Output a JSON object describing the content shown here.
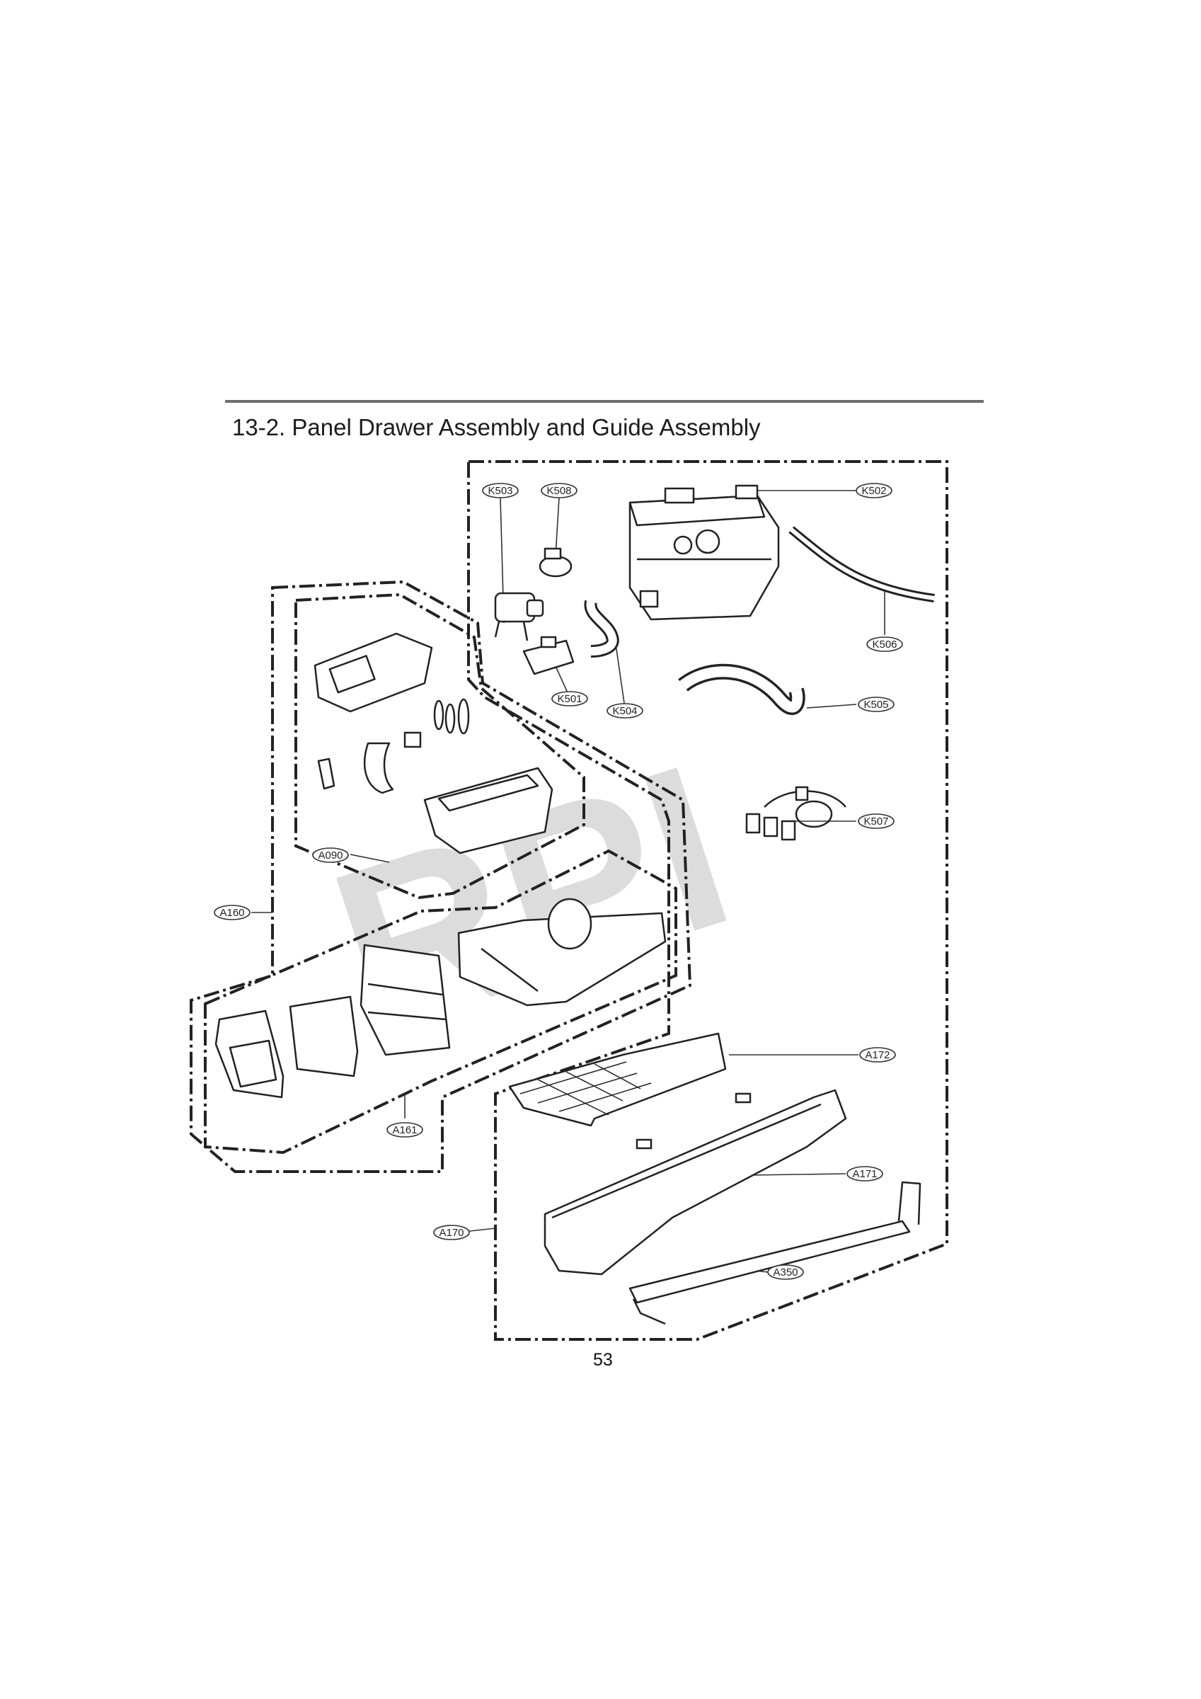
{
  "section": {
    "title": "13-2. Panel Drawer Assembly and Guide Assembly"
  },
  "watermark": "RPI",
  "callouts": {
    "k503": "K503",
    "k508": "K508",
    "k502": "K502",
    "k506": "K506",
    "k501": "K501",
    "k504": "K504",
    "k505": "K505",
    "k507": "K507",
    "a090": "A090",
    "a160": "A160",
    "a161": "A161",
    "a172": "A172",
    "a171": "A171",
    "a170": "A170",
    "a350": "A350"
  },
  "footer": {
    "page_number": "53"
  }
}
